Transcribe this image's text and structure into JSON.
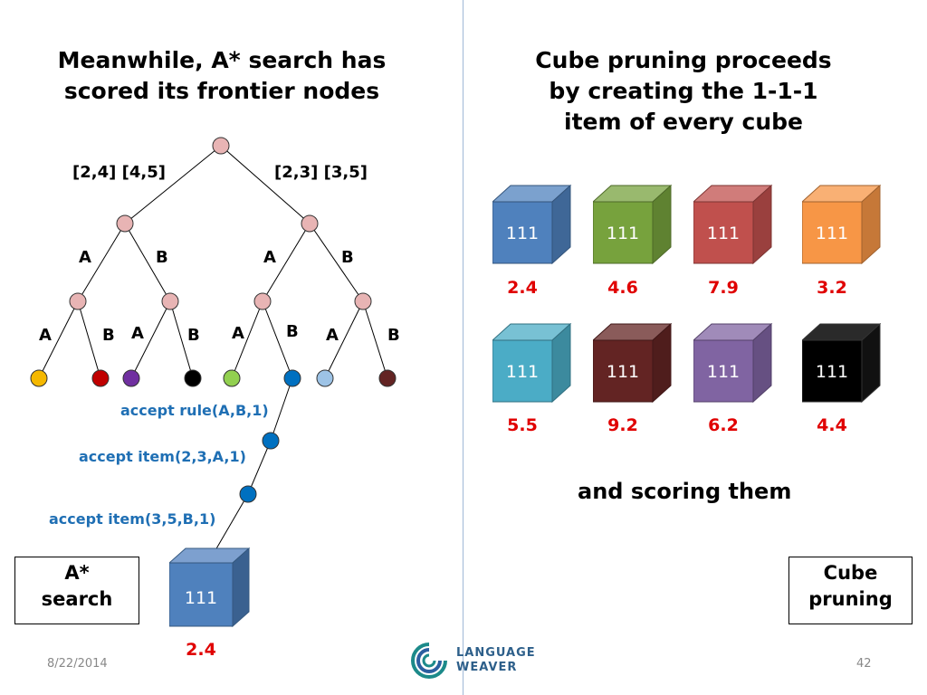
{
  "left_title": [
    "Meanwhile, A* search has",
    "scored its frontier nodes"
  ],
  "right_title": [
    "Cube pruning proceeds",
    "by creating the 1-1-1",
    "item of every cube"
  ],
  "tree": {
    "span_left": "[2,4] [4,5]",
    "span_right": "[2,3] [3,5]",
    "level2_labels": [
      "A",
      "B",
      "A",
      "B"
    ],
    "level3_labels": [
      "A",
      "B",
      "A",
      "B",
      "A",
      "B",
      "A",
      "B"
    ]
  },
  "path": {
    "step1": "accept rule(A,B,1)",
    "step2": "accept item(2,3,A,1)",
    "step3": "accept item(3,5,B,1)",
    "cube_label": "111",
    "cube_score": "2.4"
  },
  "cubes": [
    {
      "label": "111",
      "score": "2.4",
      "color": "#4f81bd"
    },
    {
      "label": "111",
      "score": "4.6",
      "color": "#77a23d"
    },
    {
      "label": "111",
      "score": "7.9",
      "color": "#c0504d"
    },
    {
      "label": "111",
      "score": "3.2",
      "color": "#f79646"
    },
    {
      "label": "111",
      "score": "5.5",
      "color": "#4bacc6"
    },
    {
      "label": "111",
      "score": "9.2",
      "color": "#632423"
    },
    {
      "label": "111",
      "score": "6.2",
      "color": "#8064a2"
    },
    {
      "label": "111",
      "score": "4.4",
      "color": "#000000"
    }
  ],
  "scoring_text": "and scoring them",
  "astar_box": [
    "A*",
    "search"
  ],
  "cube_box": [
    "Cube",
    "pruning"
  ],
  "footer": {
    "date": "8/22/2014",
    "page": "42",
    "logo_line1": "LANGUAGE",
    "logo_line2": "WEAVER"
  }
}
